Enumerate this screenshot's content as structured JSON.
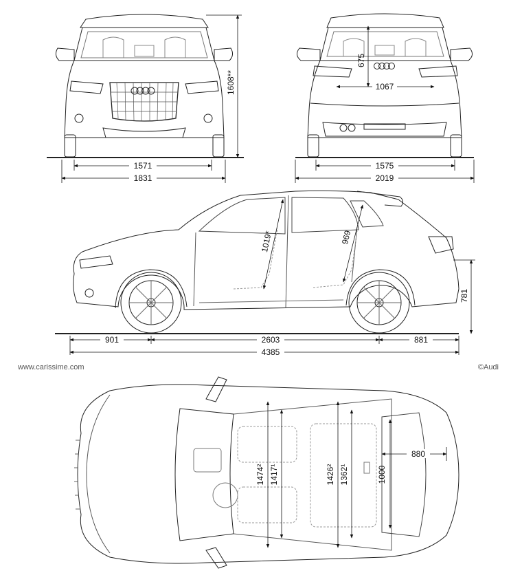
{
  "watermark": "www.carissime.com",
  "credit": "©Audi",
  "front": {
    "track": "1571",
    "width": "1831",
    "height": "1608**"
  },
  "rear": {
    "track": "1575",
    "width_mirrors": "2019",
    "hatch_width": "1067",
    "hatch_height": "675"
  },
  "side": {
    "front_overhang": "901",
    "wheelbase": "2603",
    "rear_overhang": "881",
    "length": "4385",
    "front_headroom": "1019*",
    "rear_headroom": "969",
    "load_sill_height": "781"
  },
  "top": {
    "front_shoulder": "1474²",
    "front_elbow": "1417¹",
    "rear_shoulder": "1426²",
    "rear_elbow": "1362¹",
    "trunk_depth": "880",
    "trunk_width": "1000"
  }
}
